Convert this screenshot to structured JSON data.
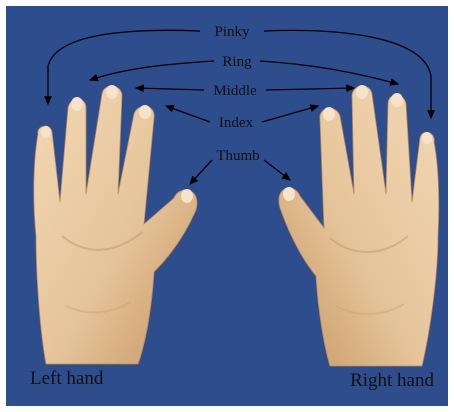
{
  "fingers": {
    "pinky": "Pinky",
    "ring": "Ring",
    "middle": "Middle",
    "index": "Index",
    "thumb": "Thumb"
  },
  "hands": {
    "left": "Left hand",
    "right": "Right hand"
  },
  "colors": {
    "background": "#2e4d8c",
    "skin": "#e8caa0",
    "skin_shadow": "#c99d6e",
    "arrow": "#000000"
  }
}
